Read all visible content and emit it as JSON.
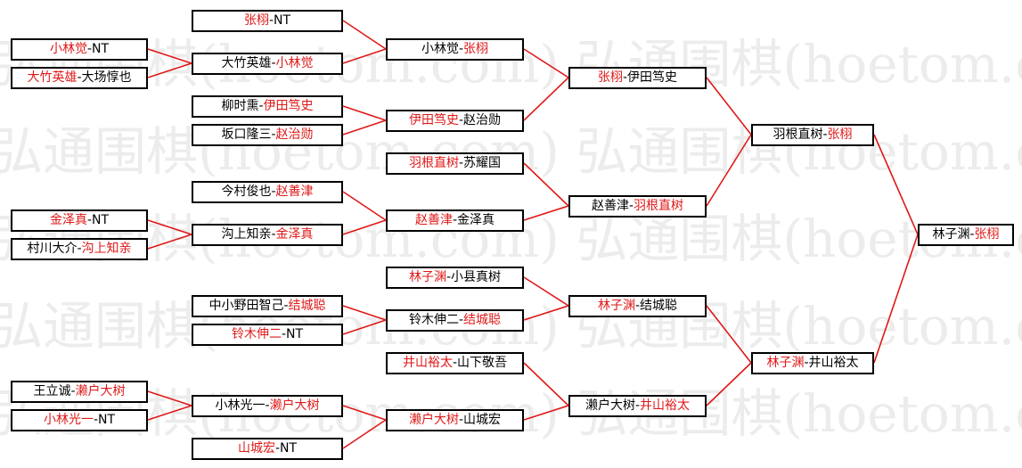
{
  "watermark": {
    "line_a": "弘通围棋(hoetom.com)",
    "line_b": "弘通围棋(hoetom.com)  弘通围棋(hoetom.com)"
  },
  "colors": {
    "winner": "#e01818",
    "connector": "#e01818",
    "border": "#000000"
  },
  "round1": [
    {
      "p1": "小林觉",
      "p2": "NT",
      "winner": 1
    },
    {
      "p1": "大竹英雄",
      "p2": "大场惇也",
      "winner": 1
    },
    {
      "p1": "金泽真",
      "p2": "NT",
      "winner": 1
    },
    {
      "p1": "村川大介",
      "p2": "沟上知亲",
      "winner": 2
    },
    {
      "p1": "王立诚",
      "p2": "濑户大树",
      "winner": 2
    },
    {
      "p1": "小林光一",
      "p2": "NT",
      "winner": 1
    }
  ],
  "round2": [
    {
      "p1": "张栩",
      "p2": "NT",
      "winner": 1
    },
    {
      "p1": "大竹英雄",
      "p2": "小林觉",
      "winner": 2
    },
    {
      "p1": "柳时熏",
      "p2": "伊田笃史",
      "winner": 2
    },
    {
      "p1": "坂口隆三",
      "p2": "赵治勋",
      "winner": 2
    },
    {
      "p1": "今村俊也",
      "p2": "赵善津",
      "winner": 2
    },
    {
      "p1": "沟上知亲",
      "p2": "金泽真",
      "winner": 2
    },
    {
      "p1": "中小野田智己",
      "p2": "结城聪",
      "winner": 2
    },
    {
      "p1": "铃木伸二",
      "p2": "NT",
      "winner": 1
    },
    {
      "p1": "小林光一",
      "p2": "濑户大树",
      "winner": 2
    },
    {
      "p1": "山城宏",
      "p2": "NT",
      "winner": 1
    }
  ],
  "round3": [
    {
      "p1": "小林觉",
      "p2": "张栩",
      "winner": 2
    },
    {
      "p1": "伊田笃史",
      "p2": "赵治勋",
      "winner": 1
    },
    {
      "p1": "羽根直树",
      "p2": "苏耀国",
      "winner": 1
    },
    {
      "p1": "赵善津",
      "p2": "金泽真",
      "winner": 1
    },
    {
      "p1": "林子渊",
      "p2": "小县真树",
      "winner": 1
    },
    {
      "p1": "铃木伸二",
      "p2": "结城聪",
      "winner": 2
    },
    {
      "p1": "井山裕太",
      "p2": "山下敬吾",
      "winner": 1
    },
    {
      "p1": "濑户大树",
      "p2": "山城宏",
      "winner": 1
    }
  ],
  "round4": [
    {
      "p1": "张栩",
      "p2": "伊田笃史",
      "winner": 1
    },
    {
      "p1": "赵善津",
      "p2": "羽根直树",
      "winner": 2
    },
    {
      "p1": "林子渊",
      "p2": "结城聪",
      "winner": 1
    },
    {
      "p1": "濑户大树",
      "p2": "井山裕太",
      "winner": 2
    }
  ],
  "round5": [
    {
      "p1": "羽根直树",
      "p2": "张栩",
      "winner": 2
    },
    {
      "p1": "林子渊",
      "p2": "井山裕太",
      "winner": 1
    }
  ],
  "final": [
    {
      "p1": "林子渊",
      "p2": "张栩",
      "winner": 2
    }
  ]
}
